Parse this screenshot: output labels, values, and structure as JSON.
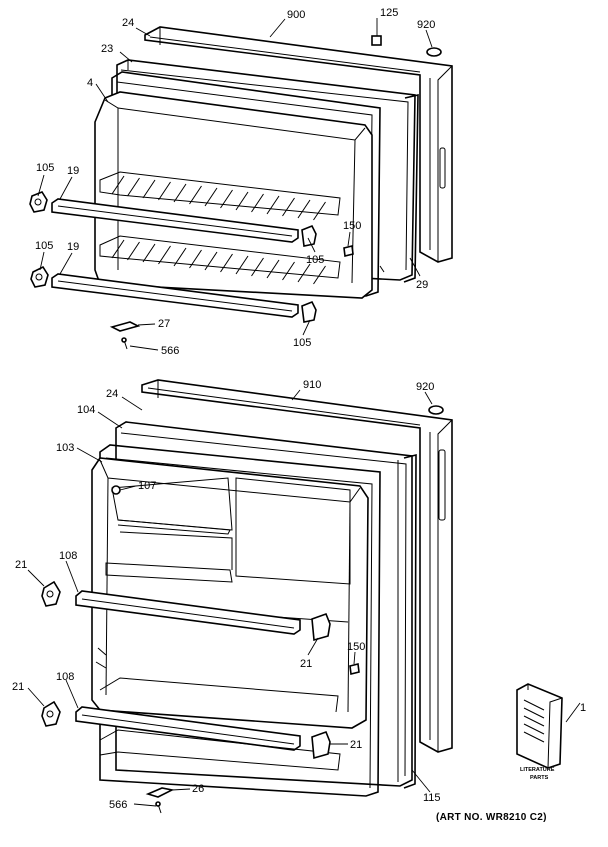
{
  "diagram": {
    "art_number": "(ART NO. WR8210 C2)",
    "literature_label_1": "LITERATURE",
    "literature_label_2": "PARTS",
    "fresh_food_door_parts": [
      "900",
      "125",
      "920",
      "24",
      "23",
      "4",
      "105",
      "19",
      "105",
      "19",
      "150",
      "105",
      "29",
      "27",
      "566",
      "105"
    ],
    "freezer_door_parts": [
      "910",
      "920",
      "24",
      "104",
      "103",
      "107",
      "21",
      "108",
      "21",
      "150",
      "21",
      "108",
      "21",
      "26",
      "566",
      "115",
      "1"
    ]
  }
}
